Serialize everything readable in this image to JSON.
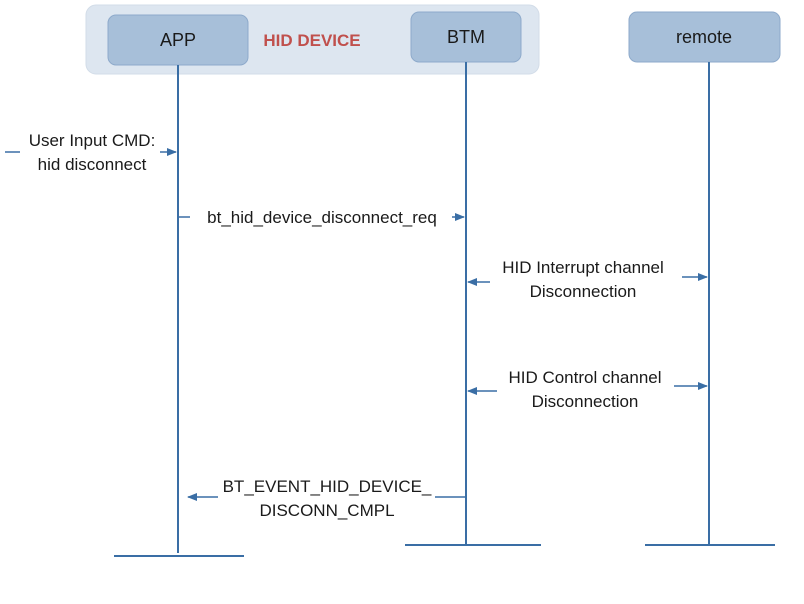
{
  "group": {
    "label": "HID DEVICE"
  },
  "actors": {
    "app": "APP",
    "btm": "BTM",
    "remote": "remote"
  },
  "messages": {
    "m1": {
      "line1": "User Input CMD:",
      "line2": "hid disconnect"
    },
    "m2": {
      "line1": "bt_hid_device_disconnect_req"
    },
    "m3": {
      "line1": "HID Interrupt channel",
      "line2": "Disconnection"
    },
    "m4": {
      "line1": "HID Control channel",
      "line2": "Disconnection"
    },
    "m5": {
      "line1": "BT_EVENT_HID_DEVICE_",
      "line2": "DISCONN_CMPL"
    }
  },
  "colors": {
    "line": "#3a6ea5",
    "actor_fill": "#a7bfd9",
    "actor_stroke": "#8eaacb",
    "group_fill": "#dde6f0",
    "group_label": "#c0504d"
  }
}
